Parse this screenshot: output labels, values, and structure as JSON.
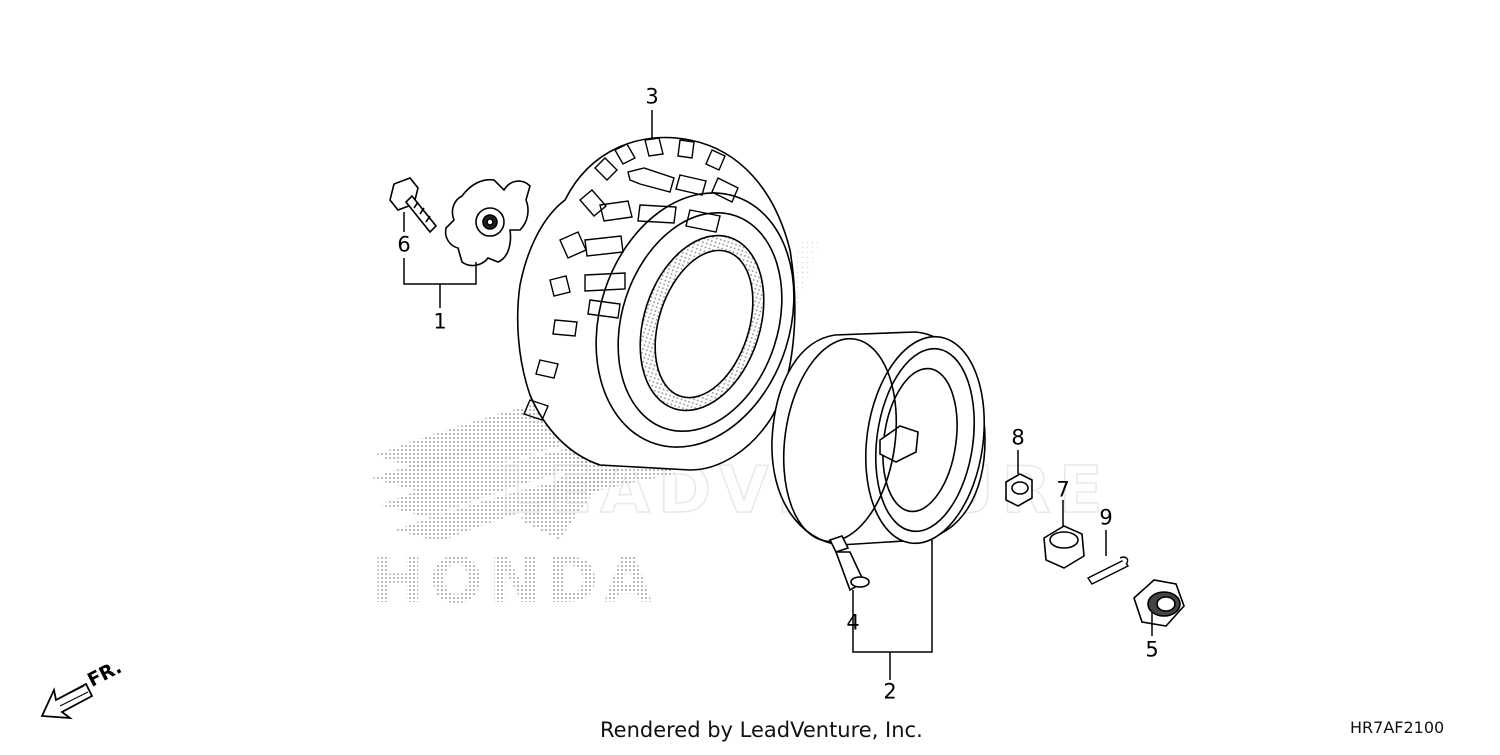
{
  "diagram": {
    "callouts": [
      {
        "id": "1",
        "label": "1"
      },
      {
        "id": "2",
        "label": "2"
      },
      {
        "id": "3",
        "label": "3"
      },
      {
        "id": "4",
        "label": "4"
      },
      {
        "id": "5",
        "label": "5"
      },
      {
        "id": "6",
        "label": "6"
      },
      {
        "id": "7",
        "label": "7"
      },
      {
        "id": "8",
        "label": "8"
      },
      {
        "id": "9",
        "label": "9"
      }
    ],
    "direction_label": "FR.",
    "watermark_brand": "HONDA",
    "watermark_vendor": "LEADVENTURE",
    "footer_text": "Rendered by LeadVenture, Inc.",
    "diagram_code": "HR7AF2100"
  },
  "colors": {
    "line": "#000000",
    "watermark": "#9a9a9a",
    "background": "#ffffff"
  }
}
